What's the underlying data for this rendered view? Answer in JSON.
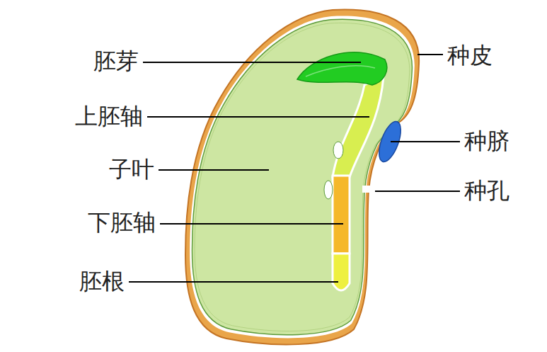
{
  "diagram": {
    "labels": [
      "胚芽",
      "种皮",
      "上胚轴",
      "种脐",
      "子叶",
      "种孔",
      "下胚轴",
      "胚根"
    ]
  }
}
